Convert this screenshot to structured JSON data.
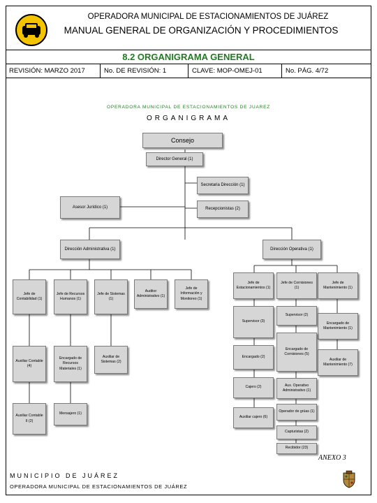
{
  "header": {
    "org": "OPERADORA MUNICIPAL DE ESTACIONAMIENTOS DE JUÁREZ",
    "title": "MANUAL GENERAL DE ORGANIZACIÓN Y PROCEDIMIENTOS"
  },
  "section_title": "8.2 ORGANIGRAMA GENERAL",
  "meta": {
    "revision": "REVISIÓN: MARZO 2017",
    "revision_no": "No. DE REVISIÓN: 1",
    "clave": "CLAVE: MOP-OMEJ-01",
    "pagina": "No. PÁG. 4/72"
  },
  "chart": {
    "org_name": "OPERADORA MUNICIPAL DE ESTACIONAMIENTOS DE JUAREZ",
    "heading": "ORGANIGRAMA",
    "consejo": "Consejo",
    "director": "Director General (1)",
    "secretaria": "Secretaria Dirección (1)",
    "asesor": "Asesor Jurídico (1)",
    "recepcionistas": "Recepcionistas (2)",
    "dir_admin": "Dirección Administrativa (1)",
    "dir_oper": "Dirección Operativa (1)",
    "admin": {
      "contabilidad": "Jefe de Contabilidad (1)",
      "rrhh": "Jefe de Recursos Humanos (1)",
      "sistemas": "Jefe de Sistemas (1)",
      "auditor": "Auditor Administrativo (1)",
      "informacion": "Jefe de Información y Monitoreo (1)",
      "aux_contable_4": "Auxiliar Contable (4)",
      "aux_contable_2": "Auxiliar Contable II (2)",
      "encargado_rec": "Encargado de Recursos Materiales (1)",
      "mensajero": "Mensajero (1)",
      "aux_sistemas": "Auxiliar de Sistemas (2)"
    },
    "oper": {
      "estacionamientos": "Jefe de Estacionamientos (1)",
      "cornisiones": "Jefe de Cornisiones (1)",
      "mantenimiento": "Jefe de Mantenimiento (1)",
      "supervisor_3": "Supervisor (3)",
      "supervisor_2": "Supervisor (2)",
      "encargado_mant": "Encargado de Mantenimiento (1)",
      "encargado_2": "Encargado (2)",
      "encargado_corn": "Encargado de Cornisiones (5)",
      "aux_mant": "Auxiliar de Mantenimiento (7)",
      "cajero": "Cajero (2)",
      "aux_operativo": "Aux. Operativo Administrativo (1)",
      "aux_cajero": "Auxiliar cajero (6)",
      "operador_gruas": "Operador de grúas (1)",
      "capturistas": "Capturistas (2)",
      "recibidor": "Recibidor (23)"
    }
  },
  "anexo": "ANEXO 3",
  "footer": {
    "line1": "MUNICIPIO DE JUÁREZ",
    "line2": "OPERADORA MUNICIPAL DE ESTACIONAMIENTOS DE JUÁREZ"
  },
  "colors": {
    "section_green": "#207a20",
    "logo_yellow": "#f5c400",
    "box_gray": "#d6d6d6"
  }
}
